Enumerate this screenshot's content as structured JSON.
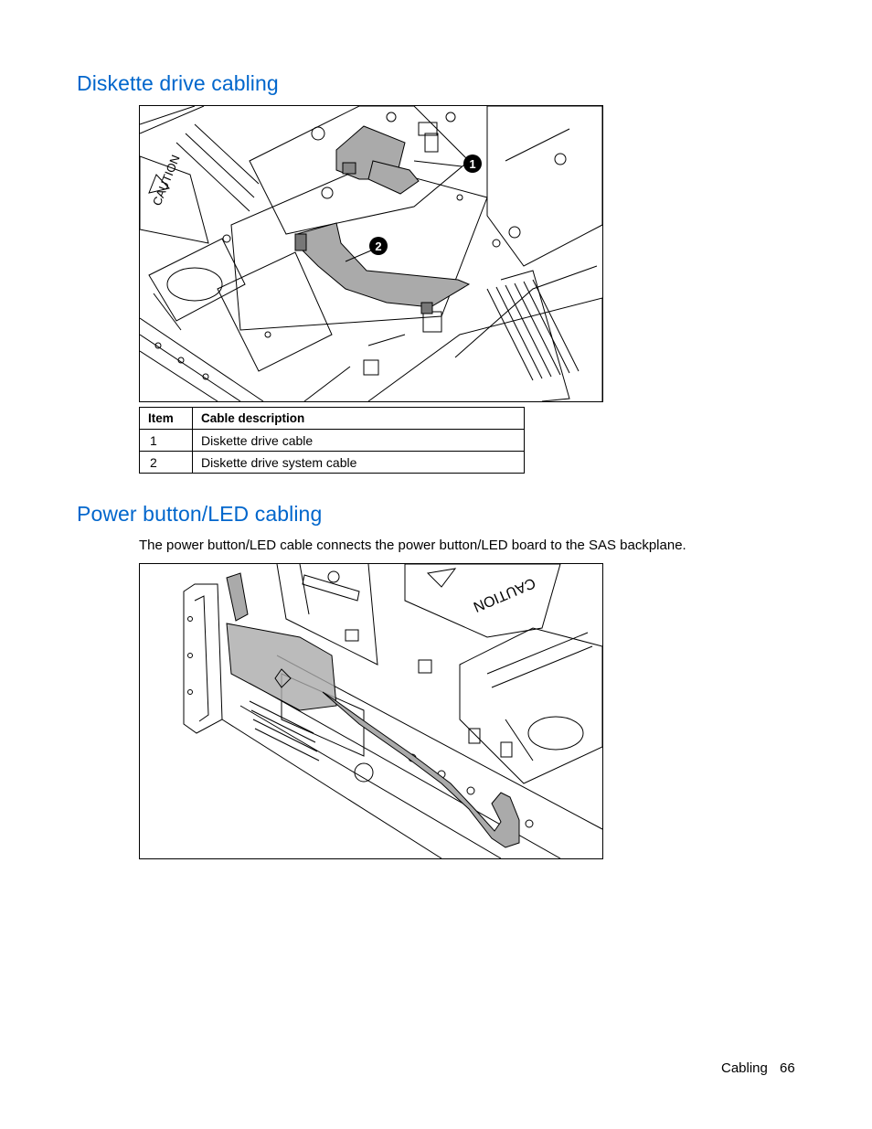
{
  "section1": {
    "title": "Diskette drive cabling",
    "callouts": [
      "1",
      "2"
    ],
    "figure_labels": {
      "caution": "CAUTION"
    },
    "table": {
      "headers": [
        "Item",
        "Cable description"
      ],
      "rows": [
        [
          "1",
          "Diskette drive cable"
        ],
        [
          "2",
          "Diskette drive system cable"
        ]
      ]
    }
  },
  "section2": {
    "title": "Power button/LED cabling",
    "paragraph": "The power button/LED cable connects the power button/LED board to the SAS backplane.",
    "figure_labels": {
      "caution": "CAUTION"
    }
  },
  "footer": {
    "section": "Cabling",
    "page": "66"
  },
  "colors": {
    "heading": "#0066cc",
    "cable": "#aaaaaa",
    "line": "#000000"
  }
}
